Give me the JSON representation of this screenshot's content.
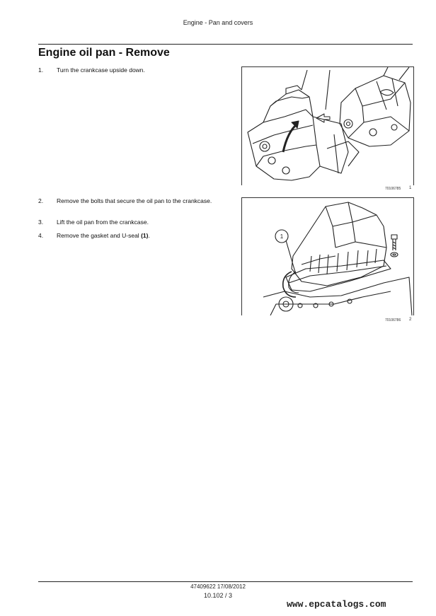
{
  "header": {
    "section": "Engine - Pan and covers"
  },
  "page_title": "Engine oil pan - Remove",
  "steps": [
    {
      "number": "1.",
      "text": "Turn the crankcase upside down."
    },
    {
      "number": "2.",
      "text": "Remove the bolts that secure the oil pan to the crankcase."
    },
    {
      "number": "3.",
      "text": "Lift the oil pan from the crankcase."
    },
    {
      "number": "4.",
      "text_before": "Remove the gasket and U-seal ",
      "text_bold": "(1)",
      "text_after": "."
    }
  ],
  "figures": [
    {
      "code": "70106785",
      "number": "1"
    },
    {
      "code": "70106786",
      "number": "2",
      "callout": "1"
    }
  ],
  "footer": {
    "code": "47409622 17/08/2012",
    "page": "10.102 / 3"
  },
  "watermark": "www.epcatalogs.com"
}
